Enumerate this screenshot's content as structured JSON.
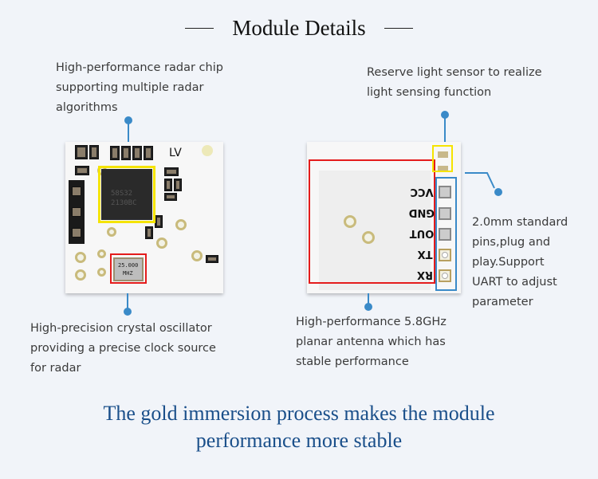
{
  "header": {
    "title": "Module Details"
  },
  "callouts": {
    "radar_chip": [
      "High-performance radar chip",
      "supporting multiple radar",
      "algorithms"
    ],
    "crystal": [
      "High-precision crystal oscillator",
      "providing a precise clock source",
      "for radar"
    ],
    "light_sensor": [
      "Reserve light sensor to realize",
      "light sensing function"
    ],
    "antenna": [
      "High-performance 5.8GHz",
      "planar antenna which has",
      "stable performance"
    ],
    "pins": [
      "2.0mm standard",
      "pins,plug and",
      "play.Support",
      "UART to adjust",
      "parameter"
    ]
  },
  "front_board": {
    "silkscreen": "LV",
    "chip_marking": [
      "58S32",
      "2130BC"
    ],
    "crystal_marking": [
      "25.000",
      "MHZ"
    ]
  },
  "back_board": {
    "pin_labels": [
      "VCC",
      "GND",
      "OUT",
      "TX",
      "RX"
    ]
  },
  "footer": {
    "lines": [
      "The gold immersion process makes the module",
      "performance more stable"
    ]
  },
  "colors": {
    "background": "#f1f4f9",
    "accent": "#3a8ac8",
    "chip_highlight": "#f5e400",
    "crystal_highlight": "#e41c1c",
    "pins_highlight": "#3a8ac8",
    "footer_text": "#1a4f8a"
  }
}
